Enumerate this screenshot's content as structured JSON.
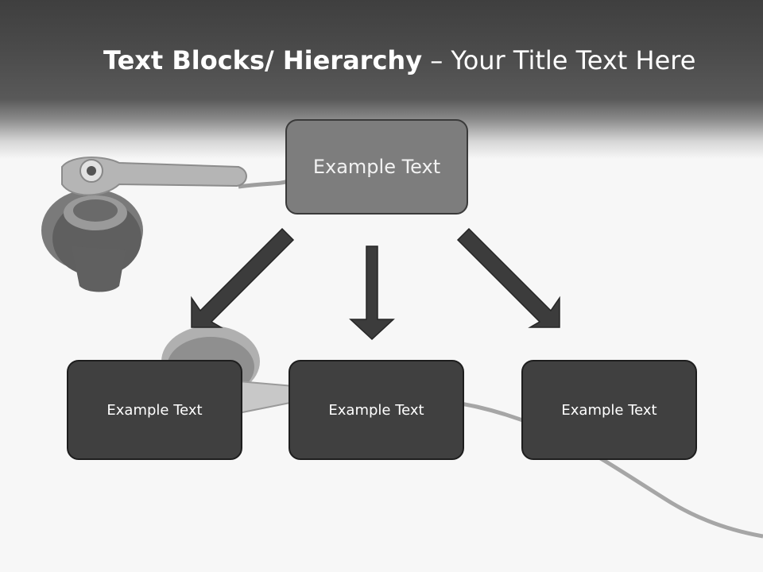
{
  "slide": {
    "title_bold": "Text Blocks/ Hierarchy",
    "title_rest": " – Your Title Text Here"
  },
  "hierarchy": {
    "root": {
      "label": "Example Text"
    },
    "children": [
      {
        "label": "Example Text"
      },
      {
        "label": "Example Text"
      },
      {
        "label": "Example Text"
      }
    ]
  },
  "colors": {
    "header": "#404040",
    "root_box": "#7d7d7d",
    "child_box": "#404040",
    "arrow": "#3c3c3c",
    "text": "#ffffff"
  },
  "icons": {
    "background": "earphones-photo"
  }
}
